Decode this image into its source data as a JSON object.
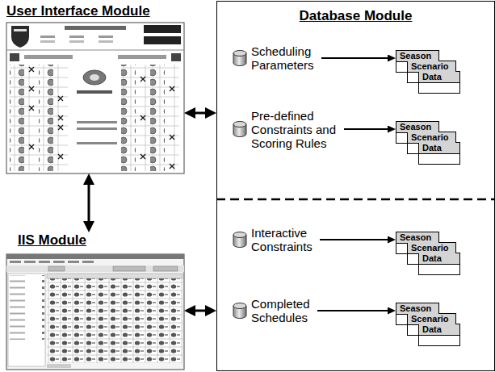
{
  "diagram": {
    "nodes": [
      {
        "text": [
          "User Interface Module"
        ]
      },
      {
        "text": [
          "IIS Module"
        ]
      },
      {
        "text": [
          "Database Module"
        ]
      },
      {
        "text": [
          "Scheduling Parameters"
        ],
        "in": 2
      },
      {
        "text": [
          "Season"
        ],
        "in": 2
      },
      {
        "text": [
          "Scenario"
        ],
        "in": 2
      },
      {
        "text": [
          "Data"
        ],
        "in": 2
      },
      {
        "text": [
          "Pre-defined Constraints and Scoring Rules"
        ],
        "in": 2
      },
      {
        "text": [
          "Season"
        ],
        "in": 2
      },
      {
        "text": [
          "Scenario"
        ],
        "in": 2
      },
      {
        "text": [
          "Data"
        ],
        "in": 2
      },
      {
        "text": [
          "Interactive Constraints"
        ],
        "in": 2
      },
      {
        "text": [
          "Season"
        ],
        "in": 2
      },
      {
        "text": [
          "Scenario"
        ],
        "in": 2
      },
      {
        "text": [
          "Data"
        ],
        "in": 2
      },
      {
        "text": [
          "Completed Schedules"
        ],
        "in": 2
      },
      {
        "text": [
          "Season"
        ],
        "in": 2
      },
      {
        "text": [
          "Scenario"
        ],
        "in": 2
      },
      {
        "text": [
          "Data"
        ],
        "in": 2
      }
    ],
    "edges": [
      {
        "from": 0,
        "to": 2,
        "arrow": "both"
      },
      {
        "from": 0,
        "to": 1,
        "arrow": "both"
      },
      {
        "from": 1,
        "to": 2,
        "arrow": "both"
      },
      {
        "from": 3,
        "to": 4,
        "arrow": "to"
      },
      {
        "from": 7,
        "to": 8,
        "arrow": "to"
      },
      {
        "from": 11,
        "to": 12,
        "arrow": "to"
      },
      {
        "from": 15,
        "to": 16,
        "arrow": "to"
      }
    ]
  }
}
